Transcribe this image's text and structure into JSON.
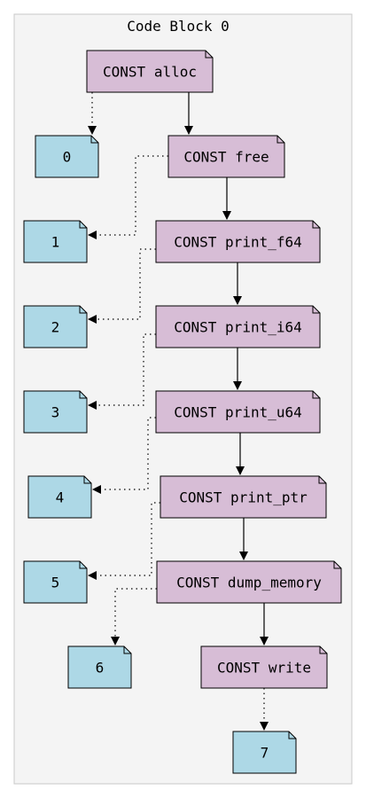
{
  "block": {
    "title": "Code Block 0"
  },
  "colors": {
    "background": "#ffffff",
    "block_fill": "#f4f4f4",
    "block_border": "#c8c8c8",
    "const_fill": "#d7bdd6",
    "index_fill": "#add8e6",
    "stroke": "#000000"
  },
  "consts": [
    {
      "id": "alloc",
      "label": "CONST alloc"
    },
    {
      "id": "free",
      "label": "CONST free"
    },
    {
      "id": "print_f64",
      "label": "CONST print_f64"
    },
    {
      "id": "print_i64",
      "label": "CONST print_i64"
    },
    {
      "id": "print_u64",
      "label": "CONST print_u64"
    },
    {
      "id": "print_ptr",
      "label": "CONST print_ptr"
    },
    {
      "id": "dump_memory",
      "label": "CONST dump_memory"
    },
    {
      "id": "write",
      "label": "CONST write"
    }
  ],
  "indices": [
    {
      "id": "i0",
      "label": "0"
    },
    {
      "id": "i1",
      "label": "1"
    },
    {
      "id": "i2",
      "label": "2"
    },
    {
      "id": "i3",
      "label": "3"
    },
    {
      "id": "i4",
      "label": "4"
    },
    {
      "id": "i5",
      "label": "5"
    },
    {
      "id": "i6",
      "label": "6"
    },
    {
      "id": "i7",
      "label": "7"
    }
  ]
}
